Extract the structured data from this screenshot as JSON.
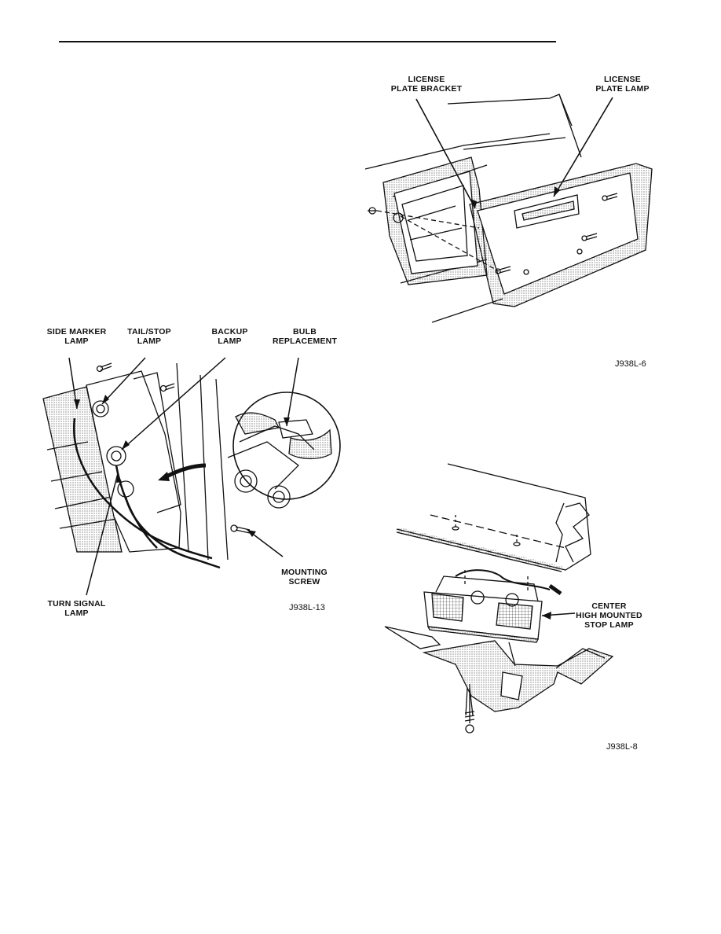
{
  "figures": [
    {
      "id": "rear-lamp",
      "labels": {
        "side_marker_l1": "SIDE MARKER",
        "side_marker_l2": "LAMP",
        "tail_stop_l1": "TAIL/STOP",
        "tail_stop_l2": "LAMP",
        "backup_l1": "BACKUP",
        "backup_l2": "LAMP",
        "bulb_l1": "BULB",
        "bulb_l2": "REPLACEMENT",
        "mounting_l1": "MOUNTING",
        "mounting_l2": "SCREW",
        "turn_l1": "TURN SIGNAL",
        "turn_l2": "LAMP"
      },
      "code": "J938L-13"
    },
    {
      "id": "license-plate",
      "labels": {
        "bracket_l1": "LICENSE",
        "bracket_l2": "PLATE BRACKET",
        "lamp_l1": "LICENSE",
        "lamp_l2": "PLATE LAMP"
      },
      "code": "J938L-6"
    },
    {
      "id": "chmsl",
      "labels": {
        "center_l1": "CENTER",
        "center_l2": "HIGH MOUNTED",
        "center_l3": "STOP LAMP"
      },
      "code": "J938L-8"
    }
  ]
}
